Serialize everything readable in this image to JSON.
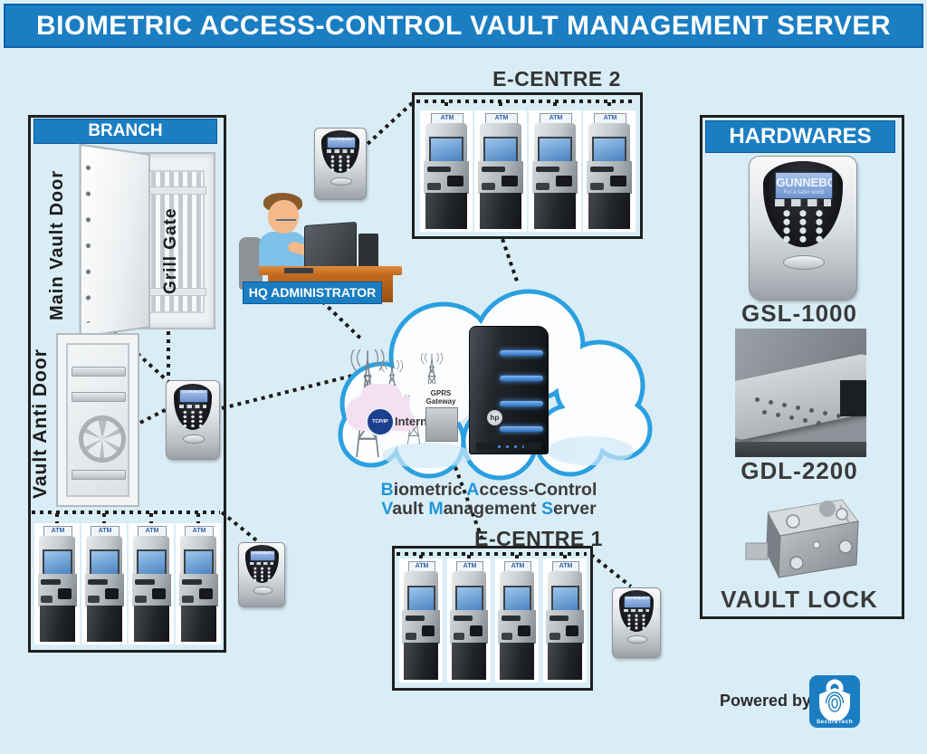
{
  "title": "BIOMETRIC ACCESS-CONTROL VAULT MANAGEMENT SERVER",
  "branch": {
    "header": "BRANCH",
    "main_vault_door_label": "Main Vault Door",
    "grill_gate_label": "Grill Gate",
    "vault_anti_door_label": "Vault Anti Door"
  },
  "ecentre2": {
    "label": "E-CENTRE 2"
  },
  "ecentre1": {
    "label": "E-CENTRE 1"
  },
  "hq_admin": {
    "label": "HQ ADMINISTRATOR"
  },
  "atm": {
    "label": "ATM"
  },
  "keypad": {
    "brand": "GUNNEBO",
    "slogan": "For a safer world"
  },
  "cloud": {
    "tcpip_label": "TCP/IP",
    "internet_label": "Internet",
    "gprs_line1": "GPRS",
    "gprs_line2": "Gateway",
    "server_logo": "hp"
  },
  "caption": {
    "line1": {
      "p1": "B",
      "p2": "iometric ",
      "p3": "A",
      "p4": "ccess-Control"
    },
    "line2": {
      "p1": "V",
      "p2": "ault ",
      "p3": "M",
      "p4": "anagement ",
      "p5": "S",
      "p6": "erver"
    }
  },
  "hardwares": {
    "header": "HARDWARES",
    "items": [
      {
        "label": "GSL-1000"
      },
      {
        "label": "GDL-2200"
      },
      {
        "label": "VAULT LOCK"
      }
    ]
  },
  "powered_by": {
    "label": "Powered by:",
    "brand": "SecureTech"
  },
  "colors": {
    "banner_blue": "#1b7ec2",
    "background": "#d9edf6",
    "dark_text": "#3a3a3a",
    "caption_blue": "#2196d9",
    "dotted_line": "#1a1a1a"
  }
}
